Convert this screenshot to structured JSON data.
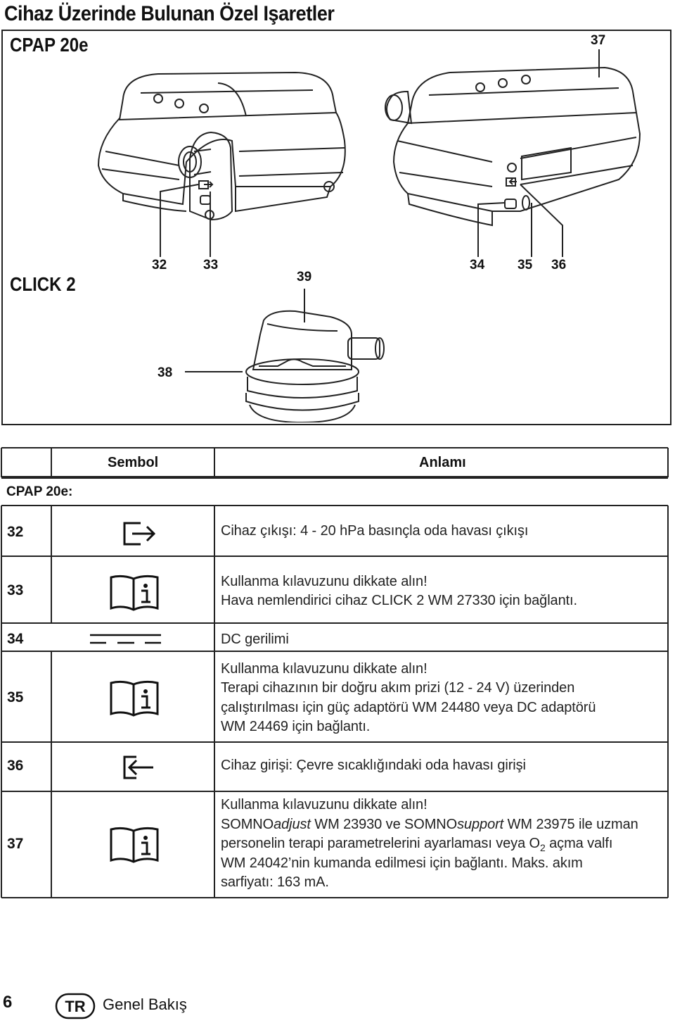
{
  "page": {
    "title": "Cihaz Üzerinde Bulunan Özel Işaretler",
    "page_number": "6",
    "lang_badge": "TR",
    "section": "Genel Bakış"
  },
  "figure": {
    "model_top": "CPAP 20e",
    "model_bottom": "CLICK 2",
    "callouts": {
      "c32": "32",
      "c33": "33",
      "c34": "34",
      "c35": "35",
      "c36": "36",
      "c37": "37",
      "c38": "38",
      "c39": "39"
    }
  },
  "table": {
    "header_symbol": "Sembol",
    "header_meaning": "Anlamı",
    "group_label": "CPAP 20e:",
    "rows": [
      {
        "num": "32",
        "icon": "air-outlet-arrow-icon",
        "lines": [
          "Cihaz çıkışı: 4 - 20 hPa basınçla oda havası çıkışı"
        ]
      },
      {
        "num": "33",
        "icon": "manual-info-book-icon",
        "lines": [
          "Kullanma kılavuzunu dikkate alın!",
          "Hava nemlendirici cihaz CLICK 2 WM 27330 için bağlantı."
        ]
      },
      {
        "num": "34",
        "icon": "dc-voltage-icon",
        "lines": [
          "DC gerilimi"
        ]
      },
      {
        "num": "35",
        "icon": "manual-info-book-icon",
        "lines": [
          "Kullanma kılavuzunu dikkate alın!",
          "Terapi cihazının bir doğru akım prizi (12 - 24 V) üzerinden",
          "çalıştırılması için güç adaptörü WM 24480 veya DC adaptörü",
          "WM 24469 için bağlantı."
        ]
      },
      {
        "num": "36",
        "icon": "air-inlet-arrow-icon",
        "lines": [
          "Cihaz girişi: Çevre sıcaklığındaki oda havası girişi"
        ]
      },
      {
        "num": "37",
        "icon": "manual-info-book-icon",
        "line1": "Kullanma kılavuzunu dikkate alın!",
        "l2a": "SOMNO",
        "l2b": "adjust",
        "l2c": " WM 23930 ve SOMNO",
        "l2d": "support",
        "l2e": " WM 23975 ile uzman",
        "l3a": "personelin terapi parametrelerini ayarlaması veya O",
        "l3b": "2",
        "l3c": " açma valfı",
        "line4": "WM 24042’nin kumanda edilmesi için bağlantı. Maks. akım",
        "line5": "sarfiyatı: 163 mA."
      }
    ]
  }
}
